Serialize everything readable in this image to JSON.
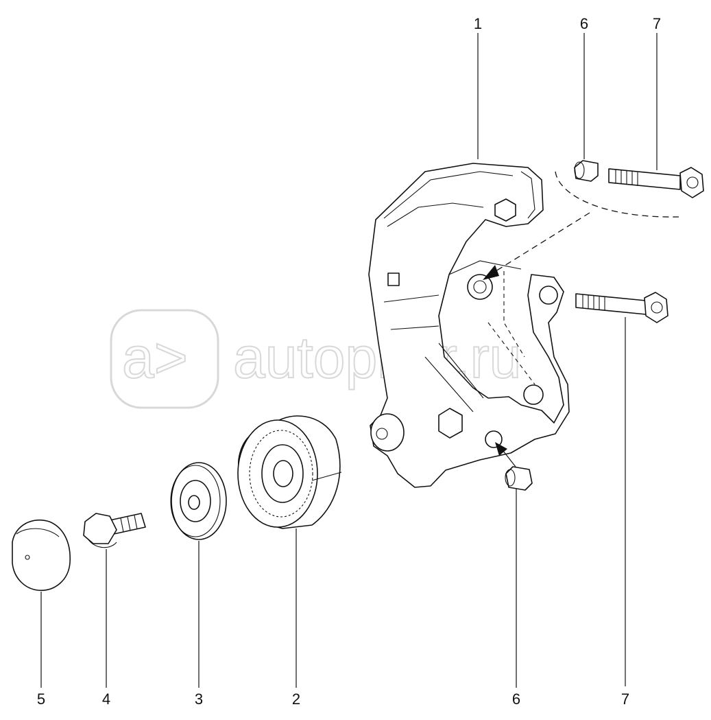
{
  "watermark": {
    "logo_glyph": "a>",
    "text": "autopiter.ru"
  },
  "callouts": {
    "bracket": "1",
    "pulley_large": "2",
    "pulley_small": "3",
    "bolt_short": "4",
    "cap": "5",
    "sleeve_top": "6",
    "bolt_long_top": "7",
    "sleeve_bottom": "6",
    "bolt_long_bottom": "7"
  },
  "colors": {
    "line": "#111111",
    "watermark": "#d8d8d8",
    "background": "#ffffff"
  }
}
